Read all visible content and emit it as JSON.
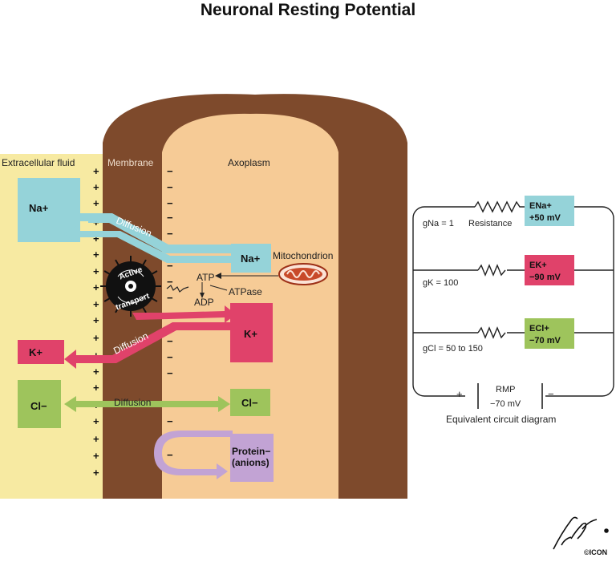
{
  "title": "Neuronal Resting Potential",
  "colors": {
    "extracellular": "#f7eaa2",
    "membrane": "#7e4a2c",
    "axoplasm": "#f6cb96",
    "na": "#95d3d9",
    "k": "#e0426a",
    "cl": "#9ec45c",
    "protein": "#c2a3d4",
    "pump": "#111111",
    "mito": "#c84a2a"
  },
  "icons": [
    "mitochondrion-icon",
    "resistor-icon",
    "battery-icon",
    "signature-logo"
  ],
  "regions": {
    "extracellular": "Extracellular fluid",
    "membrane": "Membrane",
    "axoplasm": "Axoplasm"
  },
  "charges": {
    "plus": "+",
    "minus": "−"
  },
  "ions": {
    "na_out": "Na+",
    "na_in": "Na+",
    "k_out": "K+",
    "k_in": "K+",
    "cl_out": "Cl−",
    "cl_in": "Cl−",
    "protein_line1": "Protein−",
    "protein_line2": "(anions)"
  },
  "labels": {
    "diffusion_na": "Diffusion",
    "diffusion_k": "Diffusion",
    "diffusion_cl": "Diffusion",
    "pump_line1": "Active",
    "pump_line2": "transport",
    "atp": "ATP",
    "atpase": "ATPase",
    "adp": "ADP",
    "mitochondrion": "Mitochondrion"
  },
  "circuit": {
    "g_na": "gNa = 1",
    "resistance": "Resistance",
    "e_na_1": "ENa+",
    "e_na_2": "+50 mV",
    "g_k": "gK = 100",
    "e_k_1": "EK+",
    "e_k_2": "−90 mV",
    "g_cl": "gCl = 50 to 150",
    "e_cl_1": "ECl+",
    "e_cl_2": "−70 mV",
    "plus": "+",
    "minus": "−",
    "rmp_1": "RMP",
    "rmp_2": "−70 mV",
    "caption": "Equivalent circuit diagram"
  },
  "signature": "F. Netter M.D. ©ICON"
}
